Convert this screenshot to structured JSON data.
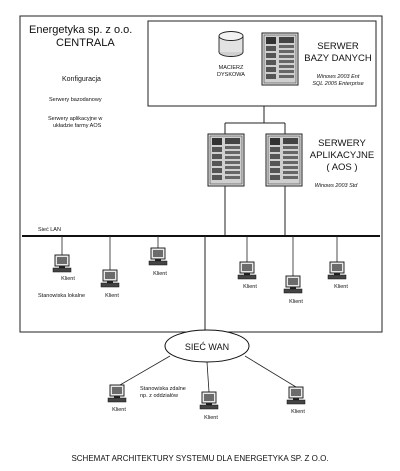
{
  "central": {
    "title_line1": "Energetyka sp. z o.o.",
    "title_line2": "CENTRALA",
    "config_label": "Konfiguracja",
    "db_servers_label": "Serwery bazodanowy",
    "app_servers_line1": "Serwery aplikacyjne w",
    "app_servers_line2": "układzie farmy AOS"
  },
  "db_server": {
    "title_line1": "SERWER",
    "title_line2": "BAZY DANYCH",
    "os_line1": "Winows 2003 Ent",
    "os_line2": "SQL 2005 Enterprise",
    "storage_line1": "MACIERZ",
    "storage_line2": "DYSKOWA"
  },
  "app_servers": {
    "title_line1": "SERWERY",
    "title_line2": "APLIKACYJNE",
    "title_line3": "( AOS )",
    "os": "Winows 2003 Std"
  },
  "lan": {
    "label": "Sieć LAN",
    "local_stations": "Stanowiska lokalne",
    "clients": [
      "Klient",
      "Klient",
      "Klient",
      "Klient",
      "Klient",
      "Klient"
    ]
  },
  "wan": {
    "label": "SIEĆ WAN",
    "remote_line1": "Stanowiska zdalne",
    "remote_line2": "np. z oddziałów",
    "clients": [
      "Klient",
      "Klient",
      "Klient"
    ]
  },
  "caption": "SCHEMAT ARCHITEKTURY SYSTEMU DLA ENERGETYKA SP. Z O.O."
}
